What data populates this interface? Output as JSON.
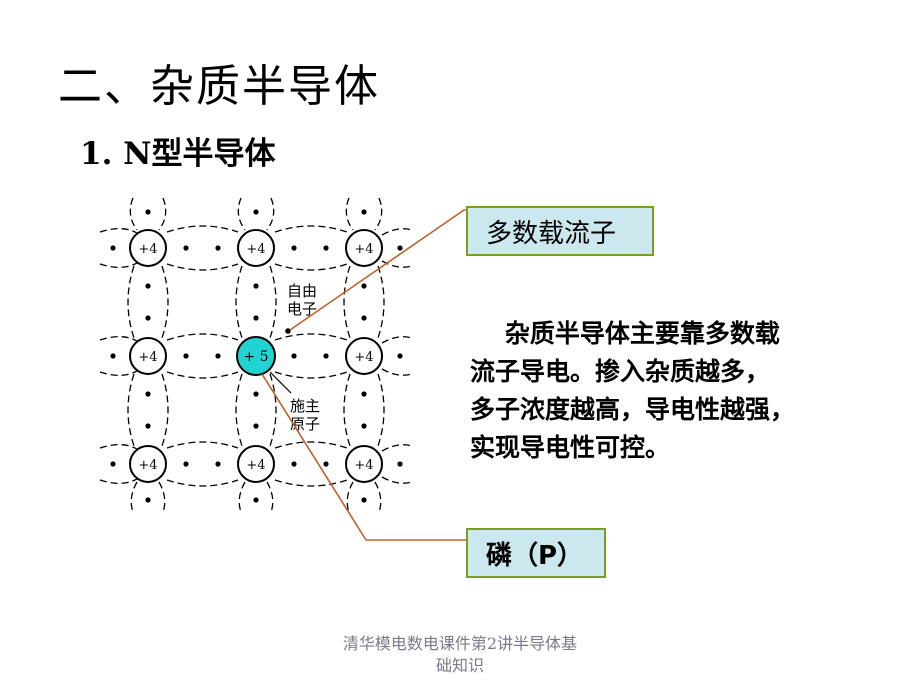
{
  "title": "二、杂质半导体",
  "subtitle": "1.  N型半导体",
  "lattice": {
    "host_atom_label": "+4",
    "donor_atom_label": "+ 5",
    "free_electron_label_line1": "自由",
    "free_electron_label_line2": "电子",
    "donor_label_line1": "施主",
    "donor_label_line2": "原子"
  },
  "callouts": {
    "majority_carrier": "多数载流子",
    "phosphorus": "磷（P）"
  },
  "paragraph": "    杂质半导体主要靠多数载\n流子导电。掺入杂质越多，\n多子浓度越高，导电性越强，\n实现导电性可控。",
  "footer_line1": "清华模电数电课件第2讲半导体基",
  "footer_line2": "础知识",
  "colors": {
    "callout_fill": "#cce8ef",
    "callout_border": "#7a9e1f",
    "connector": "#c0602a",
    "donor_fill": "#22d3d3",
    "footer_text": "#7a7a8a"
  }
}
